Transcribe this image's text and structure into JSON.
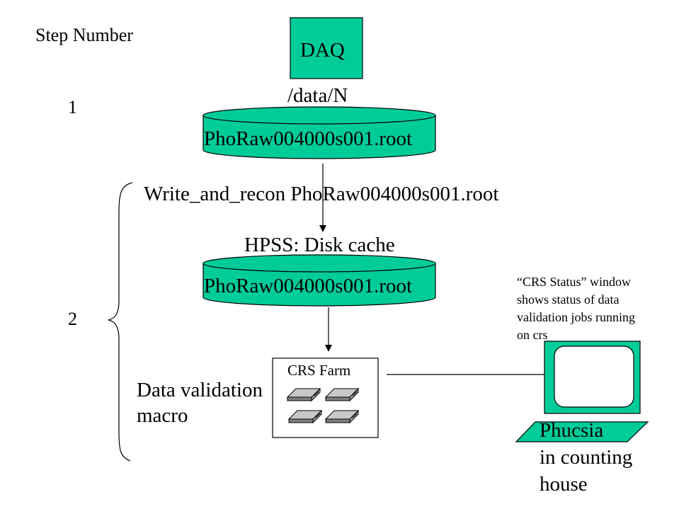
{
  "step_header": "Step Number",
  "step_1": "1",
  "step_2": "2",
  "daq_label": "DAQ",
  "daq_path": "/data/N",
  "raw_file_1": "PhoRaw004000s001.root",
  "write_recon_label": "Write_and_recon PhoRaw004000s001.root",
  "hpss_label": "HPSS: Disk cache",
  "raw_file_2": "PhoRaw004000s001.root",
  "crs_farm_label": "CRS Farm",
  "macro_label": "Data validation\nmacro",
  "crs_status_note": "“CRS Status” window\nshows status of  data\nvalidation jobs running\non crs",
  "phucsia_label": "Phucsia\nin counting\nhouse",
  "colors": {
    "fill": "#00cc99",
    "stroke": "#000000",
    "background": "#ffffff"
  }
}
